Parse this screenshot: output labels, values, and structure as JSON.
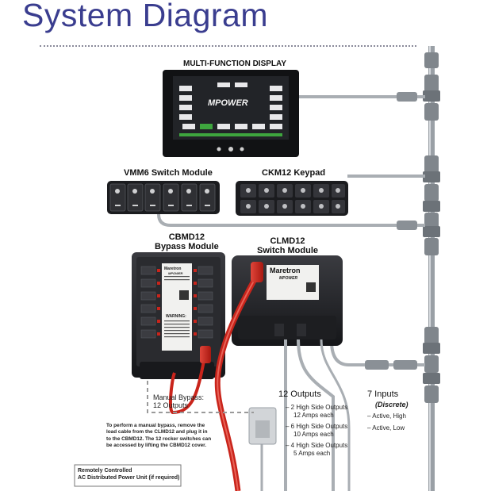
{
  "header": {
    "title": "System Diagram"
  },
  "display": {
    "label": "MULTI-FUNCTION DISPLAY",
    "logo": "MPOWER"
  },
  "vmm6": {
    "label": "VMM6 Switch Module"
  },
  "ckm12": {
    "label": "CKM12 Keypad"
  },
  "cbmd12": {
    "label_line1": "CBMD12",
    "label_line2": "Bypass Module",
    "warning_title": "WARNING:",
    "brand": "Maretron",
    "logo": "MPOWER"
  },
  "clmd12": {
    "label_line1": "CLMD12",
    "label_line2": "Switch Module",
    "brand": "Maretron",
    "logo": "MPOWER"
  },
  "manual_bypass": {
    "line1": "Manual Bypass:",
    "line2": "12 Outputs"
  },
  "bypass_note": {
    "line1": "To perform a manual bypass, remove the",
    "line2": "load cable from the CLMD12 and plug it in",
    "line3": "to the CBMD12. The 12 rocker switches can",
    "line4": "be accessed by lifting the CBMD12 cover."
  },
  "outputs": {
    "title": "12 Outputs",
    "item1_a": "– 2 High Side Outputs",
    "item1_b": "12 Amps each",
    "item2_a": "– 6 High Side Outputs",
    "item2_b": "10 Amps each",
    "item3_a": "– 4 High Side Outputs",
    "item3_b": "5 Amps each"
  },
  "inputs": {
    "title": "7 Inputs",
    "subtitle": "(Discrete)",
    "item1": "– Active, High",
    "item2": "– Active, Low"
  },
  "ac_unit": {
    "line1": "Remotely Controlled",
    "line2": "AC Distributed Power Unit (if required)"
  },
  "colors": {
    "title_blue": "#3a3d8f",
    "cable_gray": "#a9aeb3",
    "red_cable": "#c9241b",
    "device_dark": "#1c1d20",
    "screen_green": "#3ea63e"
  }
}
